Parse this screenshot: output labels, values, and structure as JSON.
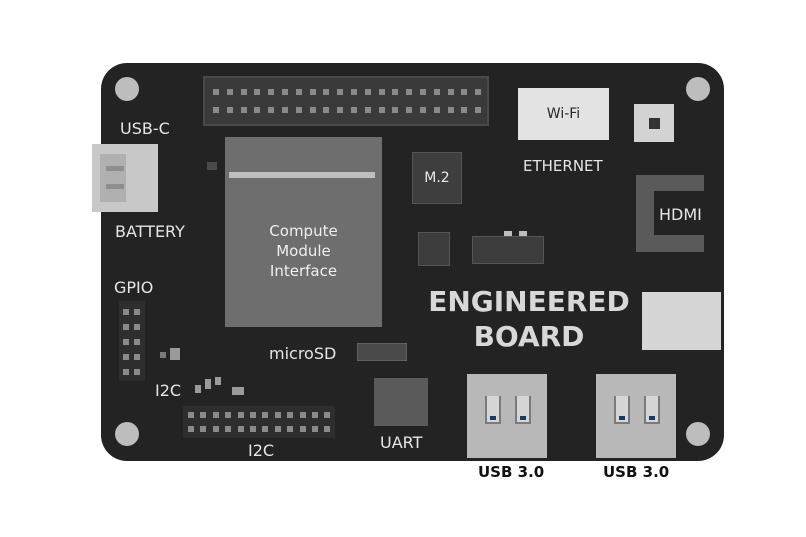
{
  "board": {
    "title_line1": "ENGINEERED",
    "title_line2": "BOARD"
  },
  "labels": {
    "usb_c": "USB-C",
    "battery": "BATTERY",
    "gpio": "GPIO",
    "i2c_left": "I2C",
    "i2c_bottom": "I2C",
    "microsd": "microSD",
    "uart": "UART",
    "ethernet": "ETHERNET",
    "wifi": "Wi-Fi",
    "m2": "M.2",
    "hdmi": "HDMI",
    "usb3_left": "USB 3.0",
    "usb3_right": "USB 3.0"
  },
  "compute_module": {
    "line1": "Compute",
    "line2": "Module",
    "line3": "Interface"
  },
  "colors": {
    "board": "#232323",
    "label_text": "#e6e6e6",
    "usb3_tongue": "#1a3a66"
  }
}
